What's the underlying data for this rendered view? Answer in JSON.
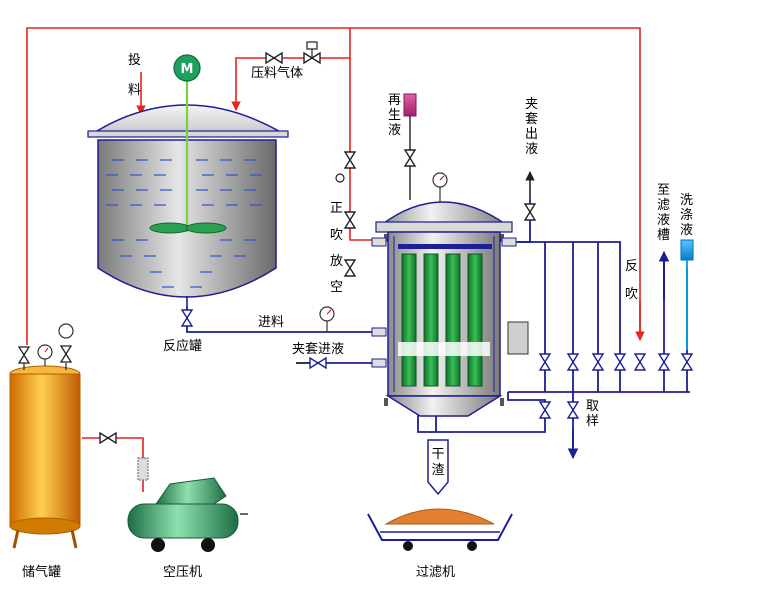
{
  "labels": {
    "feed_input": "投料",
    "pressure_gas": "压料气体",
    "regen_liquid": "再生液",
    "jacket_outlet": "夹套出液",
    "motor": "M",
    "blow_forward": "正吹",
    "blow_empty": "放空",
    "to_filter_tank": "至滤液槽",
    "wash_liquid": "洗涤液",
    "blow_reverse": "反吹",
    "feed_in": "进料",
    "reactor": "反应罐",
    "jacket_inlet": "夹套进液",
    "sampling": "取样",
    "dry_residue": "干渣",
    "air_tank": "储气罐",
    "compressor": "空压机",
    "filter_machine": "过滤机"
  },
  "colors": {
    "red_line": "#e8221e",
    "blue_line": "#1e1e96",
    "light_blue": "#00a0e0",
    "tank_orange": "#f0a020",
    "cartridge_green": "#1a9a3a",
    "residue_orange": "#e08030",
    "compressor_green": "#2a9a60"
  }
}
